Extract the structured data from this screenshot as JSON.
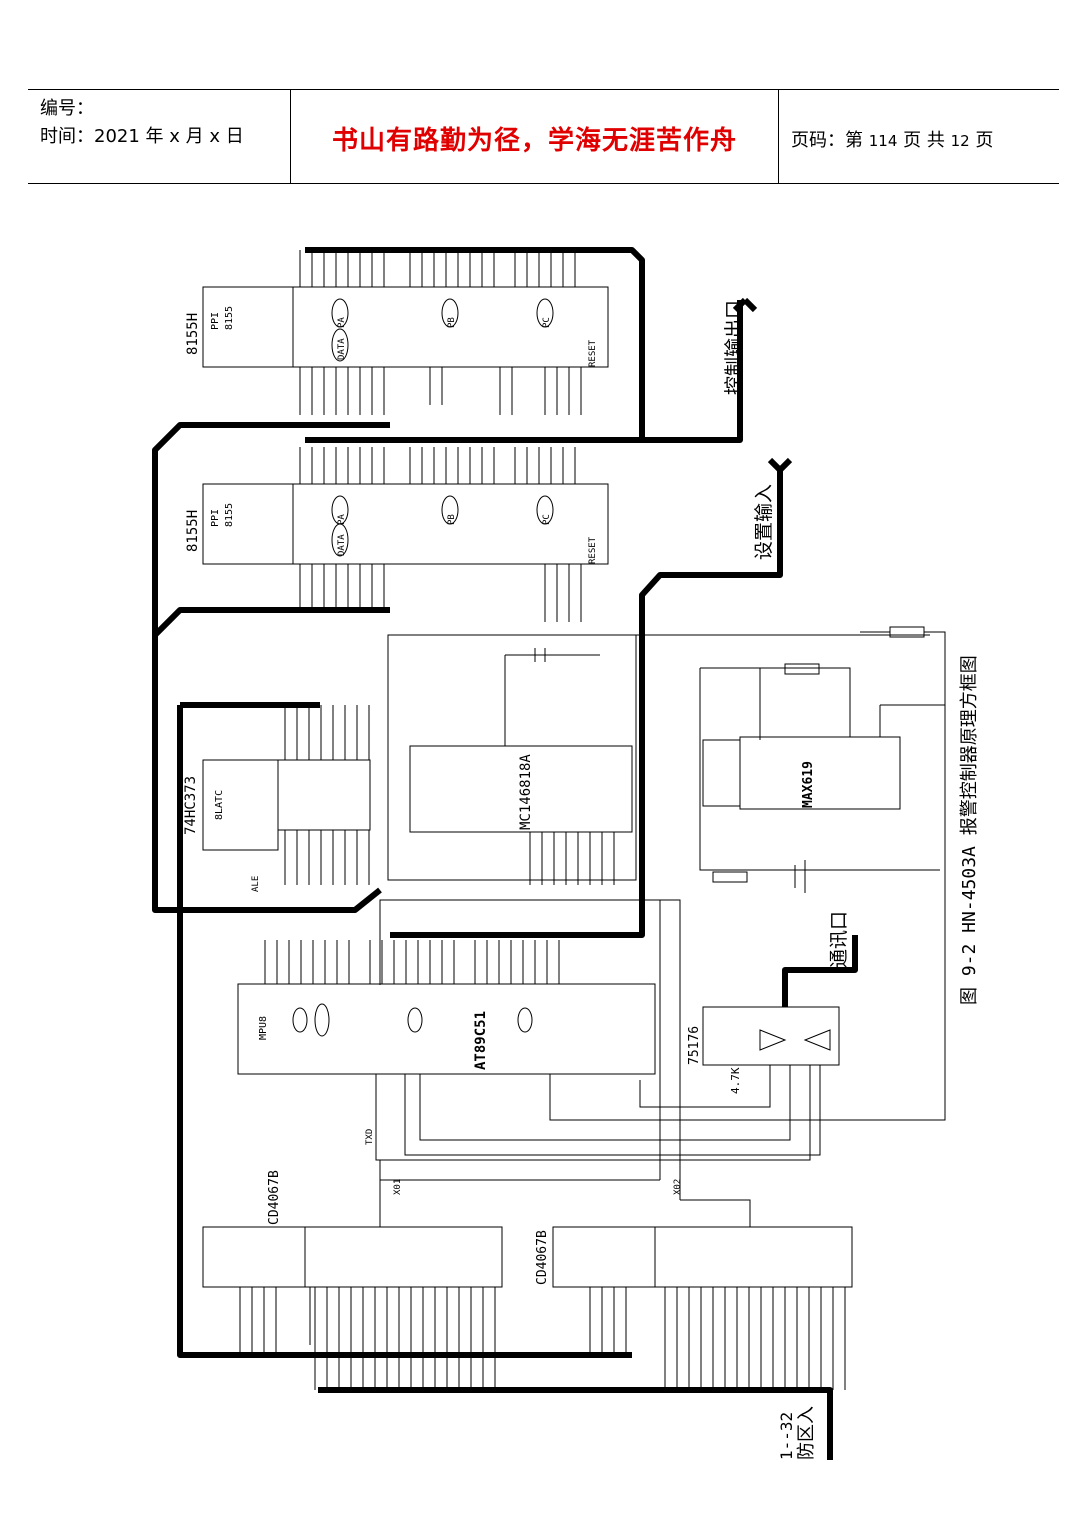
{
  "header": {
    "number_label": "编号：",
    "time_label": "时间：2021 年 x 月 x 日",
    "motto": "书山有路勤为径，学海无涯苦作舟",
    "page_prefix": "页码：第",
    "page_current": "114",
    "page_mid": "页  共",
    "page_total": "12",
    "page_suffix": "页"
  },
  "diagram": {
    "caption": "图 9-2   HN-4503A 报警控制器原理方框图",
    "chips": {
      "ppi_top": "8155H",
      "ppi_bottom": "8155H",
      "ppi_name_1": "PPI",
      "ppi_name_2": "8155",
      "latch": "74HC373",
      "latch_inner": "8LATC",
      "rtc": "MC146818A",
      "watchdog": "MAX619",
      "mcu": "AT89C51",
      "mcu_inner": "MPU8",
      "transceiver": "75176",
      "mux_left": "CD4067B",
      "mux_right": "CD4067B"
    },
    "labels": {
      "control_out": "控制输出口",
      "setting_in": "设置输入",
      "comm_port": "通讯口",
      "zone_in_1": "1--32",
      "zone_in_2": "防区入",
      "resistor": "4.7K",
      "ale": "ALE",
      "txd": "TXD",
      "x01": "X01",
      "x02": "X02",
      "pa": "PA",
      "pb": "PB",
      "pc": "PC",
      "data": "DATA",
      "reset": "RESET"
    }
  }
}
